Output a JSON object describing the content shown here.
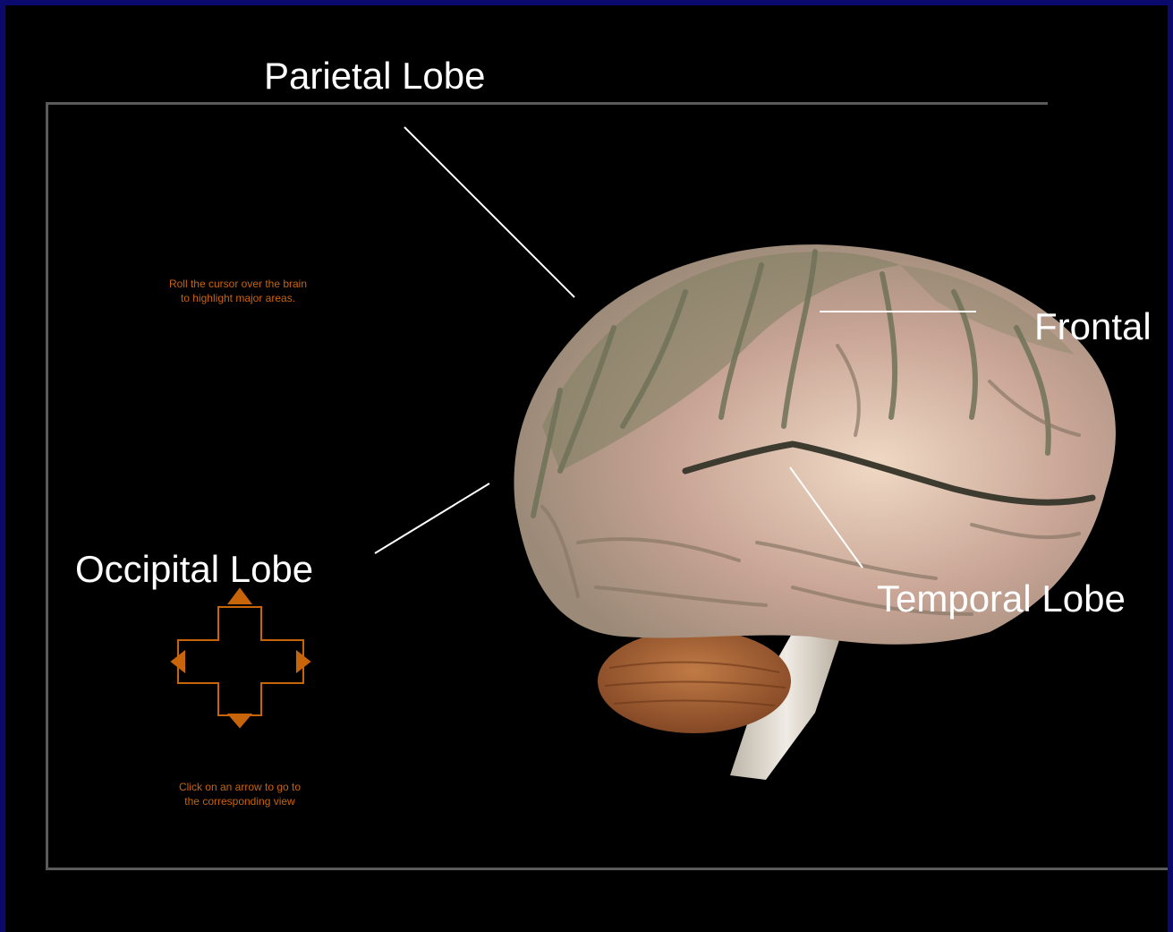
{
  "labels": {
    "parietal": "Parietal Lobe",
    "frontal": "Frontal",
    "occipital": "Occipital Lobe",
    "temporal": "Temporal Lobe"
  },
  "hints": {
    "top": "Roll the cursor over the brain\nto highlight major areas.",
    "bottom": "Click on an arrow to go to\nthe corresponding view"
  },
  "icons": {
    "brain": "brain-illustration",
    "navigation": "cross-arrows-icon"
  },
  "colors": {
    "background": "#000000",
    "frame": "#0a0a6e",
    "label": "#ffffff",
    "hint": "#c8640a",
    "cortex": "#c9a596",
    "sulci": "#7d8060",
    "cerebellum": "#a0603a"
  }
}
